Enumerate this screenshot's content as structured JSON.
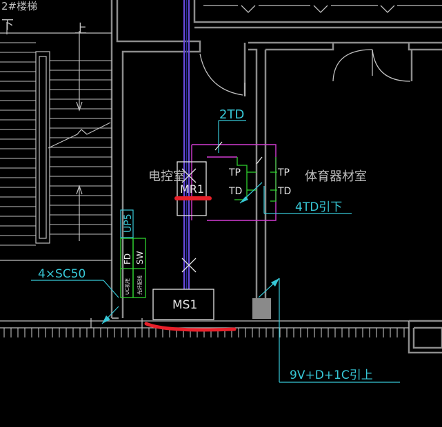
{
  "colors": {
    "background": "#000000",
    "wall": "#8c8c8c",
    "magenta": "#d23cd2",
    "cyan": "#37c8d7",
    "green": "#2fd22f",
    "white": "#e6e6e6",
    "red": "#e8202a",
    "purple": "#6a4be0",
    "block": "#8a8a8a"
  },
  "labels": {
    "floor_tag": "2#楼梯",
    "down": "下",
    "up": "上",
    "cable_2td": "2TD",
    "room_control": "电控室",
    "room_sports": "体育器材室",
    "panel_mr": "MR1",
    "panel_ms": "MS1",
    "tp_left": "TP",
    "td_left": "TD",
    "tp_right": "TP",
    "td_right": "TD",
    "cable_4td": "4TD引下",
    "up5": "UP5",
    "fd": "FD",
    "sw": "SW",
    "small_a": "UC机柜",
    "small_b": "光纤配线",
    "conduit": "4×SC50",
    "riser": "9V+D+1C引上"
  }
}
